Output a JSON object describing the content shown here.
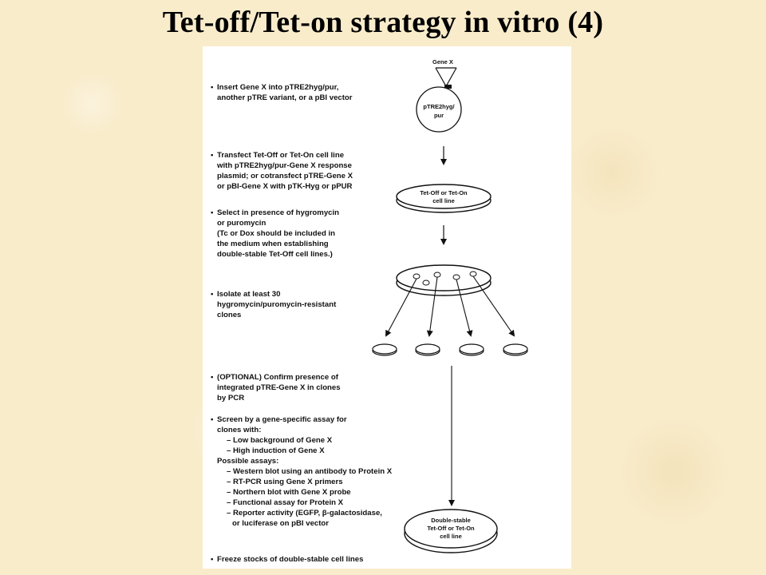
{
  "title": "Tet-off/Tet-on strategy in vitro (4)",
  "steps": [
    {
      "lines": [
        "Insert Gene X into pTRE2hyg/pur,",
        "another pTRE variant, or a pBI vector"
      ]
    },
    {
      "lines": [
        "Transfect Tet-Off or Tet-On cell line",
        "with pTRE2hyg/pur-Gene X response",
        "plasmid; or cotransfect pTRE-Gene X",
        "or pBI-Gene X with pTK-Hyg or pPUR"
      ]
    },
    {
      "lines": [
        "Select in presence of hygromycin",
        "or puromycin",
        "(Tc or Dox should be included in",
        "the medium when establishing",
        "double-stable Tet-Off cell lines.)"
      ]
    },
    {
      "lines": [
        "Isolate at least 30",
        "hygromycin/puromycin-resistant",
        "clones"
      ]
    },
    {
      "lines": [
        "(OPTIONAL) Confirm presence of",
        "integrated pTRE-Gene X in clones",
        "by PCR"
      ]
    },
    {
      "lines": [
        "Screen by a gene-specific assay for",
        "clones with:"
      ],
      "sub": [
        "– Low background of Gene X",
        "– High induction of Gene X"
      ],
      "assays_header": "Possible assays:",
      "assays": [
        "– Western blot using an antibody to Protein X",
        "– RT-PCR using Gene X primers",
        "– Northern blot with Gene X probe",
        "– Functional assay for Protein X",
        "– Reporter activity (EGFP, β-galactosidase,"
      ],
      "assays_cont": "or luciferase on pBI vector"
    },
    {
      "lines": [
        "Freeze stocks of double-stable cell lines"
      ]
    }
  ],
  "diagram": {
    "gene_label": "Gene X",
    "plasmid_label": [
      "pTRE2hyg/",
      "pur"
    ],
    "dish1_label": [
      "Tet-Off or Tet-On",
      "cell line"
    ],
    "dish_final_label": [
      "Double-stable",
      "Tet-Off or Tet-On",
      "cell line"
    ]
  }
}
